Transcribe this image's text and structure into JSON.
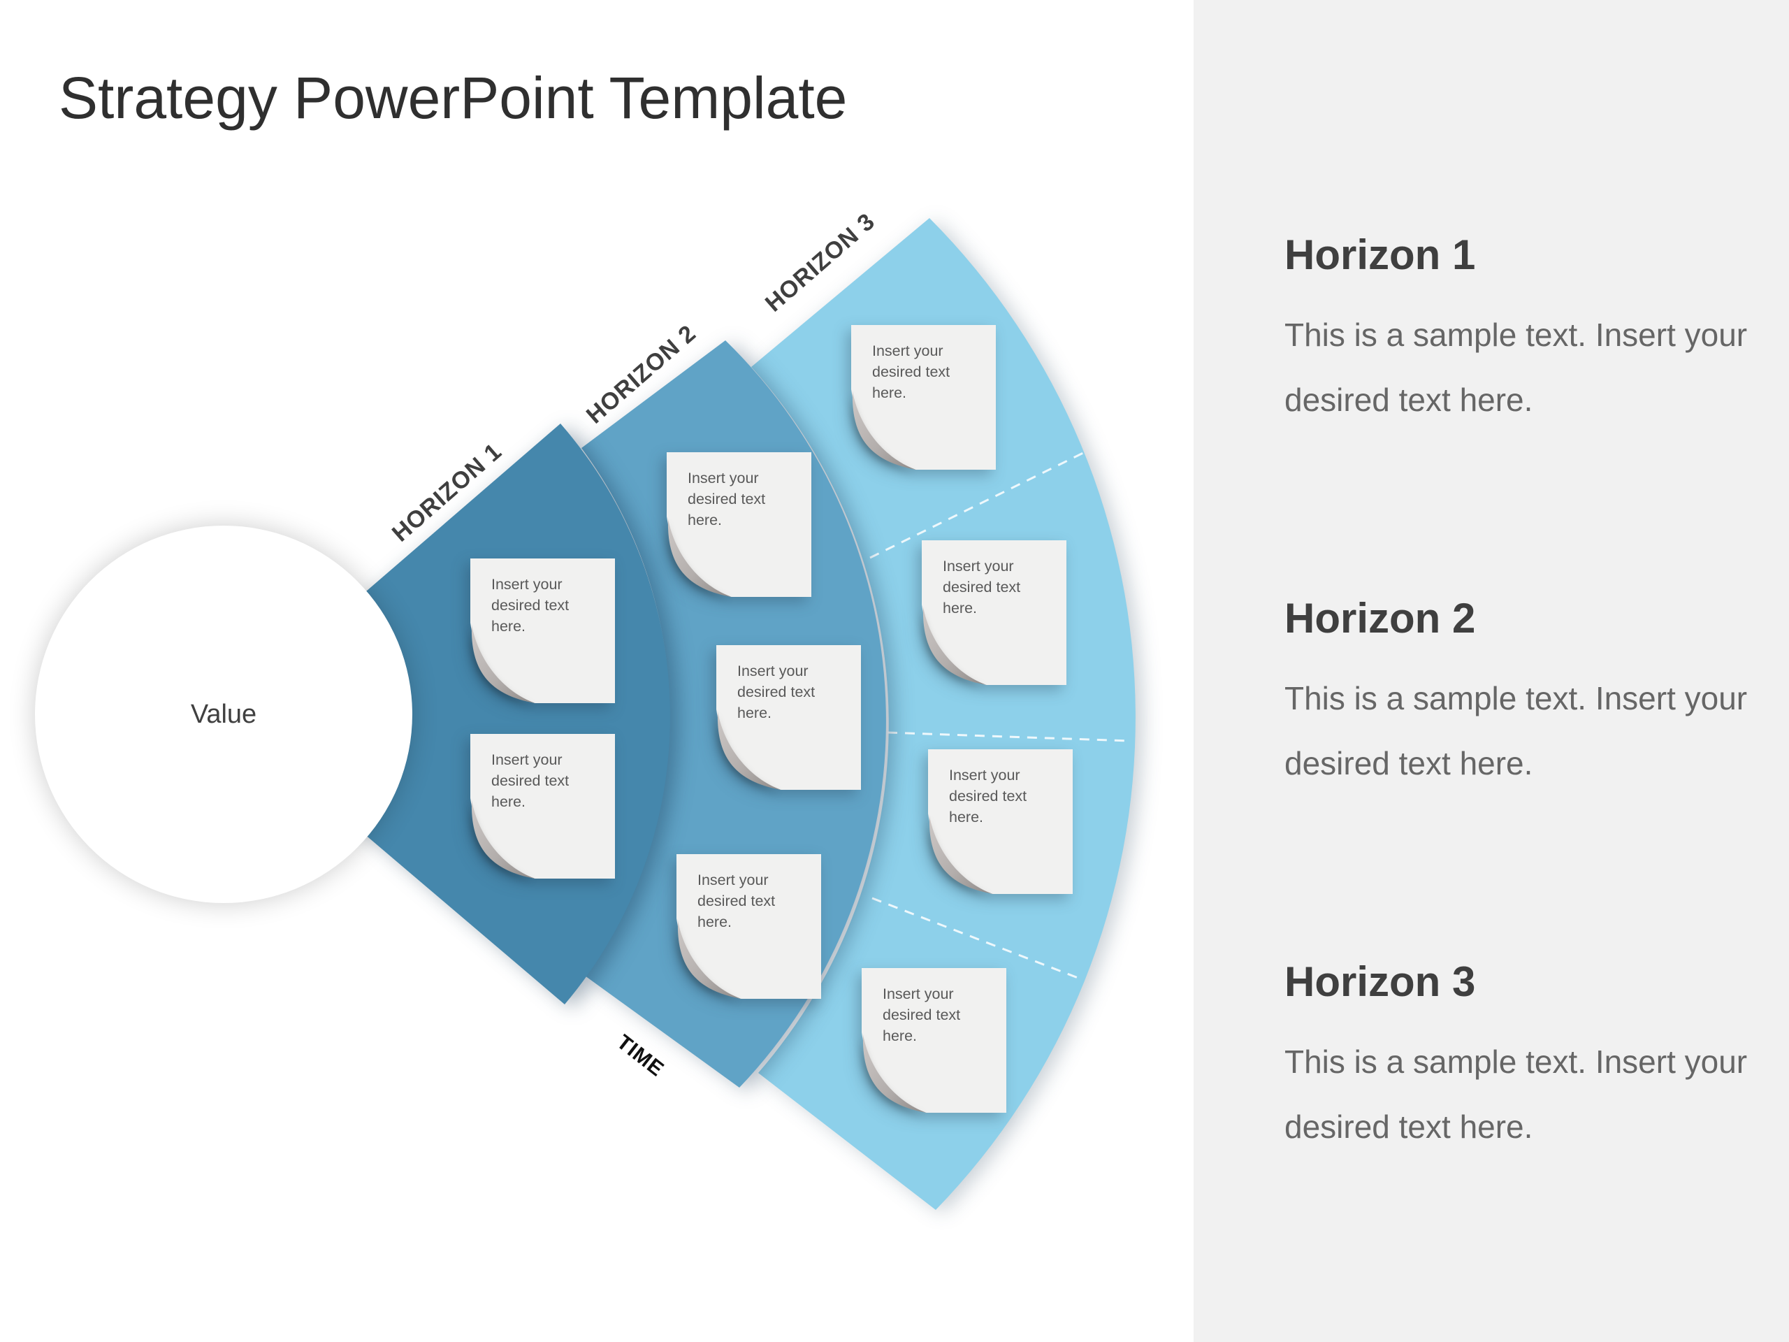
{
  "slide": {
    "title": "Strategy PowerPoint Template"
  },
  "diagram": {
    "center_label": "Value",
    "time_label": "TIME",
    "horizon_labels": [
      "HORIZON 1",
      "HORIZON 2",
      "HORIZON 3"
    ],
    "note_text": "Insert your desired text here.",
    "colors": {
      "horizon1": "#4587ac",
      "horizon2": "#60a3c6",
      "horizon3": "#8dd0ea",
      "note_paper": "#f1f1f0",
      "note_text": "#595959",
      "sidebar_bg": "#f1f1f1"
    }
  },
  "sidebar": {
    "sections": [
      {
        "heading": "Horizon 1",
        "body": "This is a sample text. Insert your desired text here."
      },
      {
        "heading": "Horizon 2",
        "body": "This is a sample text. Insert your desired text here."
      },
      {
        "heading": "Horizon 3",
        "body": "This is a sample text. Insert your desired text here."
      }
    ]
  }
}
